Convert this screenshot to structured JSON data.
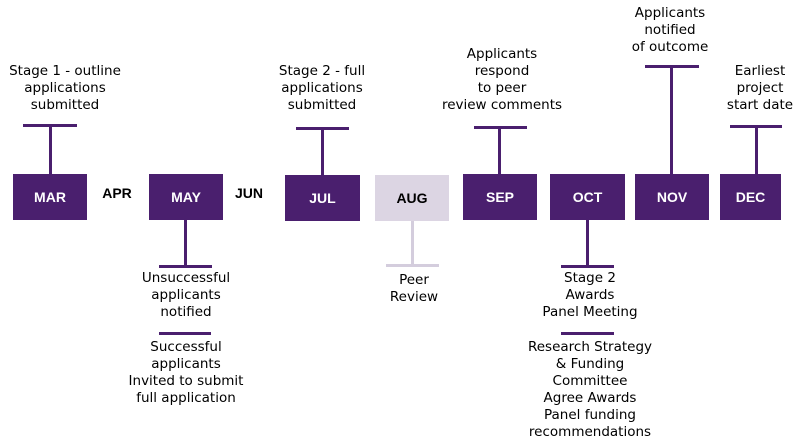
{
  "colors": {
    "primary": "#4a1f6e",
    "review": "#dcd5e3",
    "review_stem": "#d4cddd"
  },
  "months": {
    "mar": "MAR",
    "apr": "APR",
    "may": "MAY",
    "jun": "JUN",
    "jul": "JUL",
    "aug": "AUG",
    "sep": "SEP",
    "oct": "OCT",
    "nov": "NOV",
    "dec": "DEC"
  },
  "events": {
    "stage1": [
      "Stage 1 - outline",
      "applications",
      "submitted"
    ],
    "stage2": [
      "Stage 2 - full",
      "applications",
      "submitted"
    ],
    "respond": [
      "Applicants",
      "respond",
      "to peer",
      "review comments"
    ],
    "notified": [
      "Applicants",
      "notified",
      "of outcome"
    ],
    "start": [
      "Earliest",
      "project",
      "start date"
    ],
    "unsuccessful": [
      "Unsuccessful",
      "applicants",
      "notified"
    ],
    "successful": [
      "Successful",
      "applicants",
      "Invited to submit",
      "full application"
    ],
    "peer_review": [
      "Peer",
      "Review"
    ],
    "panel": [
      "Stage 2",
      "Awards",
      "Panel Meeting"
    ],
    "committee": [
      "Research Strategy",
      "& Funding",
      "Committee",
      "Agree Awards",
      "Panel funding",
      "recommendations"
    ]
  }
}
